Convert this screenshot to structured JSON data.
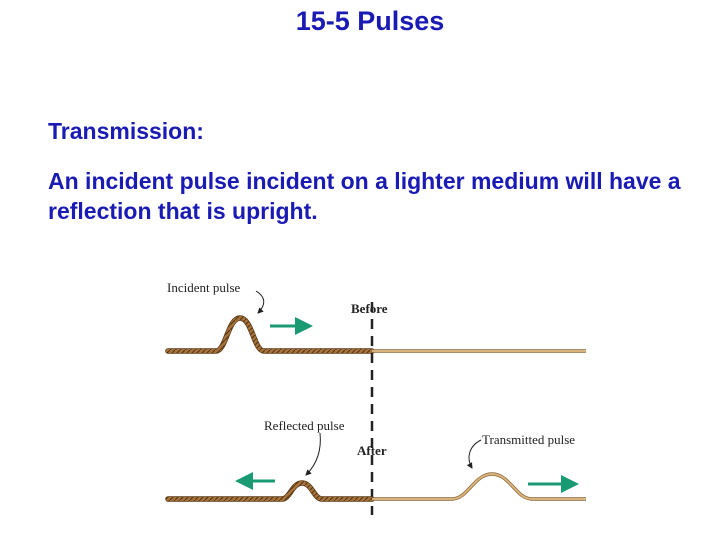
{
  "slide": {
    "title": "15-5 Pulses",
    "heading": "Transmission:",
    "body": "An incident pulse incident on a lighter medium will have a reflection that is upright."
  },
  "figure": {
    "labels": {
      "incident_pulse": "Incident pulse",
      "before": "Before",
      "reflected_pulse": "Reflected pulse",
      "after": "After",
      "transmitted_pulse": "Transmitted pulse"
    },
    "colors": {
      "heavy_rope": "#a8743c",
      "light_rope": "#d8b27a",
      "arrow": "#1a9a73",
      "text": "#1a1ab4"
    }
  }
}
